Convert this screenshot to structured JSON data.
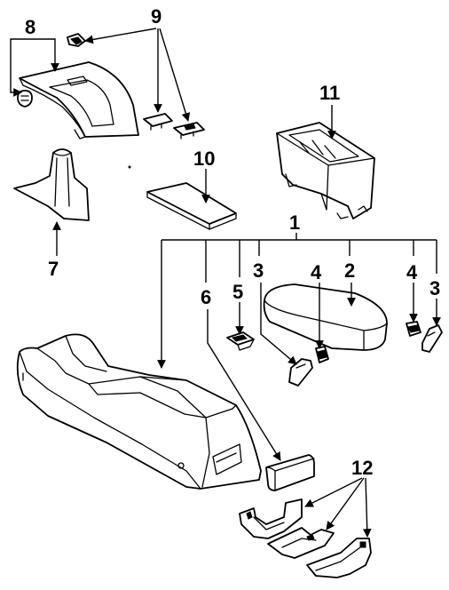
{
  "callouts": {
    "c1": "1",
    "c2": "2",
    "c3a": "3",
    "c3b": "3",
    "c4a": "4",
    "c4b": "4",
    "c5": "5",
    "c6": "6",
    "c7": "7",
    "c8": "8",
    "c9": "9",
    "c10": "10",
    "c11": "11",
    "c12": "12"
  }
}
